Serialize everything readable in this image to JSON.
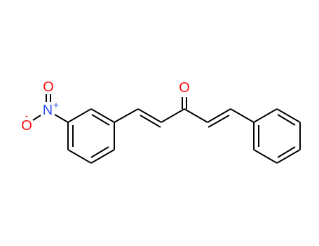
{
  "colors": {
    "bond": "#000000",
    "oxygen": "#ff0d0d",
    "nitrogen": "#3050f8",
    "background": "#ffffff"
  },
  "atoms": {
    "carbonyl_oxygen": "O",
    "nitro_nitrogen": "N",
    "nitro_nitrogen_charge": "+",
    "nitro_oxygen_top": "O",
    "nitro_oxygen_bottom": "O",
    "nitro_oxygen_bottom_charge": "-"
  }
}
